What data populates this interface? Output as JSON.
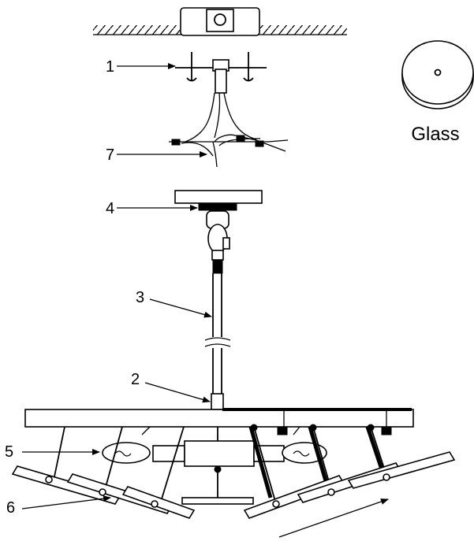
{
  "labels": {
    "part1": "1",
    "part2": "2",
    "part3": "3",
    "part4": "4",
    "part5": "5",
    "part6": "6",
    "part7": "7"
  },
  "glass_label": "Glass"
}
